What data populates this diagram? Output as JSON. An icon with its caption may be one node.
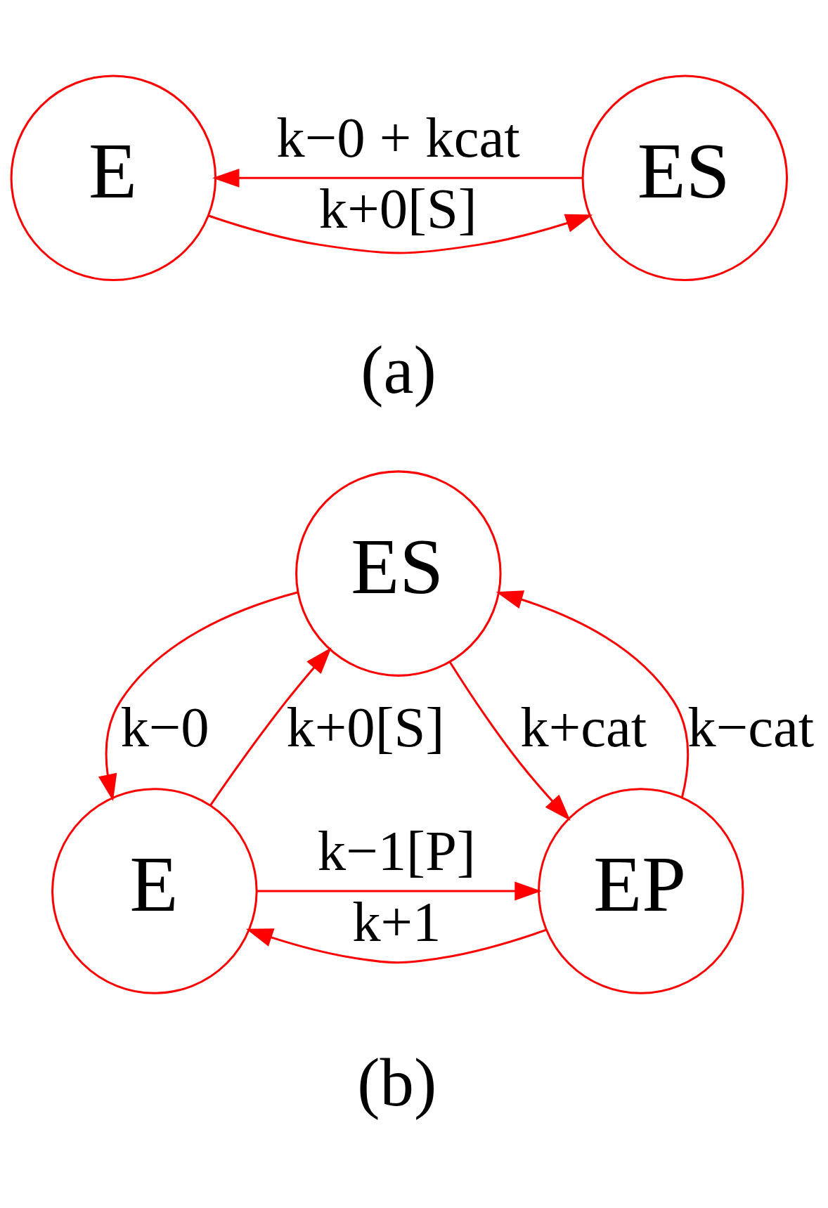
{
  "diagram": {
    "nodes": [
      {
        "text": [
          "E"
        ]
      },
      {
        "text": [
          "ES"
        ]
      },
      {
        "text": [
          "ES"
        ]
      },
      {
        "text": [
          "E"
        ]
      },
      {
        "text": [
          "EP"
        ]
      }
    ],
    "edges": [
      {
        "from": 0,
        "to": 1,
        "arrow": "to",
        "label": "k+0[S]"
      },
      {
        "from": 1,
        "to": 0,
        "arrow": "to",
        "label": "k−0 + kcat"
      },
      {
        "from": 3,
        "to": 2,
        "arrow": "to",
        "label": "k+0[S]"
      },
      {
        "from": 2,
        "to": 3,
        "arrow": "to",
        "label": "k−0"
      },
      {
        "from": 2,
        "to": 4,
        "arrow": "to",
        "label": "k+cat"
      },
      {
        "from": 4,
        "to": 2,
        "arrow": "to",
        "label": "k−cat"
      },
      {
        "from": 3,
        "to": 4,
        "arrow": "to",
        "label": "k−1[P]"
      },
      {
        "from": 4,
        "to": 3,
        "arrow": "to",
        "label": "k+1"
      }
    ],
    "labels": [
      "(a)",
      "(b)"
    ]
  }
}
